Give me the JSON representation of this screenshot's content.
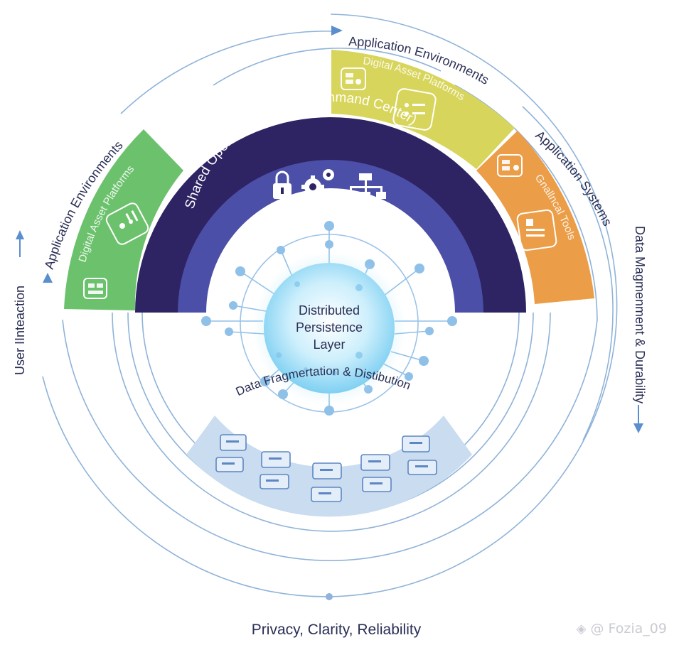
{
  "colors": {
    "ring_line": "#8fb3d9",
    "green": "#6cc16d",
    "yellow": "#d8d55c",
    "orange": "#eb9d47",
    "navy": "#2e2363",
    "indigo": "#4b4fa7",
    "text_dark": "#2a2f55",
    "node": "#8fc0e8",
    "core": "#bfe9fb"
  },
  "outer": {
    "top_right_label": "Application Environments",
    "right_label": "Application Systems",
    "left_label": "Application Environments",
    "right_edge_label": "Data Magmenment & Durability",
    "left_edge_label": "User IInteaction",
    "bottom_caption": "Privacy, Clarity, Reliability"
  },
  "segments": {
    "green": {
      "label": "Digital Asset Platforms",
      "icons": [
        "dashboard-icon",
        "form-icon"
      ]
    },
    "yellow": {
      "label": "Digital Asset Platforms",
      "icons": [
        "form-icon",
        "workflow-icon"
      ]
    },
    "orange": {
      "label": "Gnallncal Tools",
      "icons": [
        "form-icon",
        "document-icon"
      ]
    }
  },
  "operational_layer": {
    "label": "Shared Operational Layer (Command Center)",
    "icons": [
      "lock-icon",
      "gears-icon",
      "hierarchy-icon"
    ]
  },
  "core": {
    "line1": "Distributed",
    "line2": "Persistence",
    "line3": "Layer"
  },
  "fragmentation": {
    "label": "Data Fragmertation & Distibution",
    "server_icons": 10
  },
  "watermark": {
    "icon": "diamond-logo-icon",
    "text": "@ Fozia_09"
  }
}
